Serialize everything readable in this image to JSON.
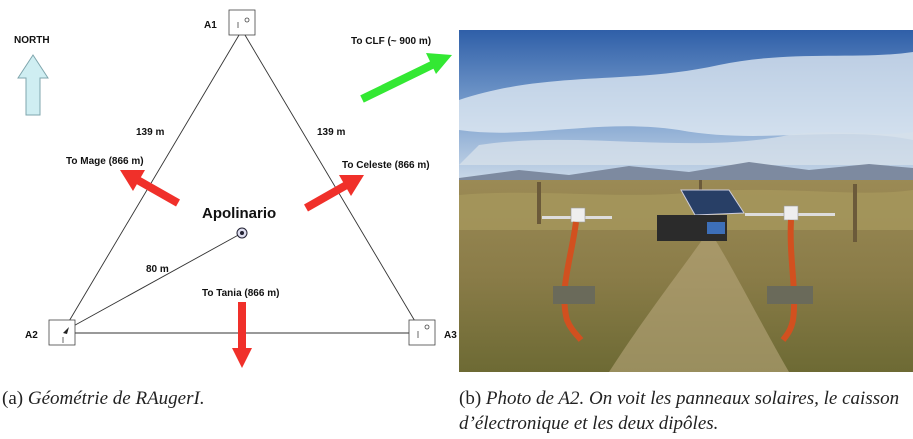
{
  "diagram": {
    "north_label": "NORTH",
    "stations": {
      "a1": "A1",
      "a2": "A2",
      "a3": "A3"
    },
    "distances": {
      "left_side": "139 m",
      "right_side": "139 m",
      "to_center": "80 m"
    },
    "center_label": "Apolinario",
    "arrows": {
      "clf": "To CLF (~ 900 m)",
      "mage": "To Mage (866 m)",
      "celeste": "To Celeste (866 m)",
      "tania": "To Tania (866 m)"
    },
    "colors": {
      "red_arrow": "#f0302a",
      "green_arrow": "#33e833",
      "north_arrow": "#cfeef2",
      "north_stroke": "#7fa6ad"
    }
  },
  "captions": {
    "a_tag": "(a)",
    "a_text": "Géométrie de RAugerI.",
    "b_tag": "(b)",
    "b_text": "Photo de A2. On voit les panneaux solaires, le caisson d’électronique et les deux dipôles."
  }
}
